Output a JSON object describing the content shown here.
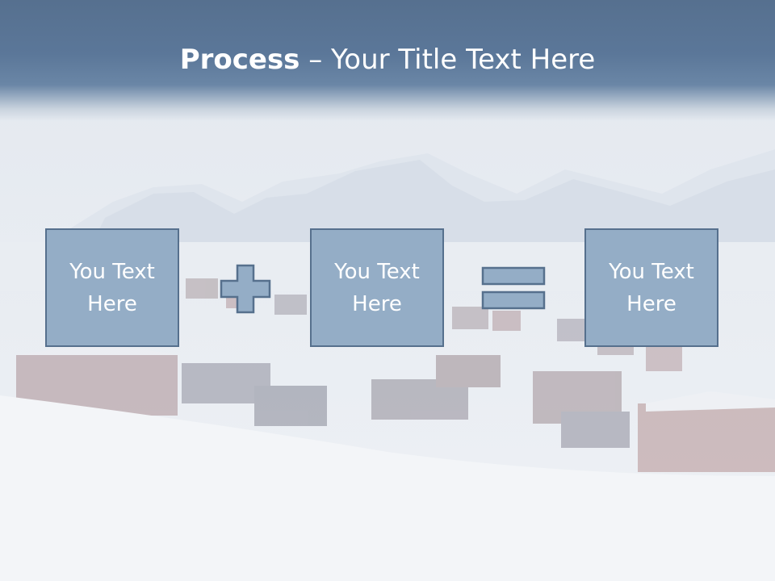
{
  "slide": {
    "title_bold": "Process",
    "title_rest": " – Your Title Text Here",
    "boxes": [
      {
        "label": "You Text Here"
      },
      {
        "label": "You Text Here"
      },
      {
        "label": "You Text Here"
      }
    ],
    "operators": [
      "plus-icon",
      "equals-icon"
    ],
    "colors": {
      "header": "#5b7799",
      "box_fill": "#94adc6",
      "box_border": "#56708d",
      "text": "#ffffff"
    }
  }
}
